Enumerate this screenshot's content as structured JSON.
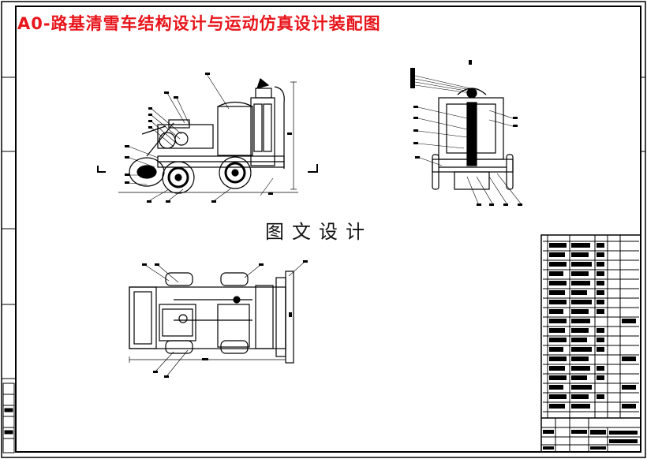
{
  "drawing": {
    "title": "A0-路基清雪车结构设计与运动仿真设计装配图",
    "watermark": "图文设计",
    "views": [
      "side-elevation",
      "end-elevation",
      "plan-view"
    ],
    "colors": {
      "title": "#e8151b",
      "lines": "#000000",
      "background": "#ffffff"
    }
  }
}
